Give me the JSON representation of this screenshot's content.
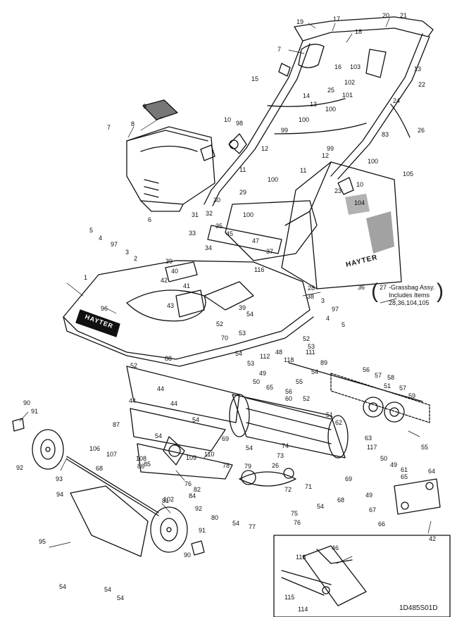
{
  "diagram": {
    "brand_text": "HAYTER",
    "drawing_code": "1D485S01D",
    "note": {
      "number": "27",
      "line1": "-Grassbag Assy.",
      "line2": "Includes Items",
      "line3": "28,36,104,105"
    },
    "callouts": [
      "19",
      "17",
      "20",
      "21",
      "18",
      "7",
      "16",
      "103",
      "13",
      "15",
      "102",
      "22",
      "25",
      "14",
      "101",
      "13",
      "9",
      "24",
      "10",
      "98",
      "100",
      "100",
      "26",
      "7",
      "8",
      "99",
      "83",
      "12",
      "99",
      "11",
      "12",
      "100",
      "11",
      "105",
      "29",
      "23",
      "10",
      "30",
      "100",
      "104",
      "31",
      "32",
      "6",
      "100",
      "5",
      "35",
      "4",
      "45",
      "47",
      "97",
      "33",
      "37",
      "34",
      "2",
      "3",
      "39",
      "116",
      "40",
      "28",
      "36",
      "1",
      "42",
      "41",
      "38",
      "3",
      "43",
      "97",
      "96",
      "4",
      "39",
      "54",
      "52",
      "5",
      "53",
      "70",
      "52",
      "53",
      "111",
      "48",
      "54",
      "112",
      "53",
      "89",
      "88",
      "52",
      "118",
      "49",
      "54",
      "56",
      "57",
      "58",
      "50",
      "65",
      "55",
      "51",
      "57",
      "56",
      "60",
      "44",
      "44",
      "52",
      "59",
      "44",
      "90",
      "91",
      "87",
      "54",
      "51",
      "62",
      "55",
      "54",
      "69",
      "74",
      "63",
      "54",
      "106",
      "117",
      "107",
      "110",
      "73",
      "108",
      "85",
      "109",
      "26",
      "50",
      "64",
      "49",
      "92",
      "68",
      "86",
      "79",
      "78",
      "61",
      "65",
      "69",
      "76",
      "71",
      "93",
      "82",
      "72",
      "49",
      "84",
      "81",
      "67",
      "94",
      "102",
      "68",
      "54",
      "66",
      "92",
      "80",
      "75",
      "77",
      "76",
      "54",
      "42",
      "91",
      "95",
      "90",
      "46",
      "113",
      "54",
      "115",
      "54",
      "114",
      "54"
    ]
  }
}
